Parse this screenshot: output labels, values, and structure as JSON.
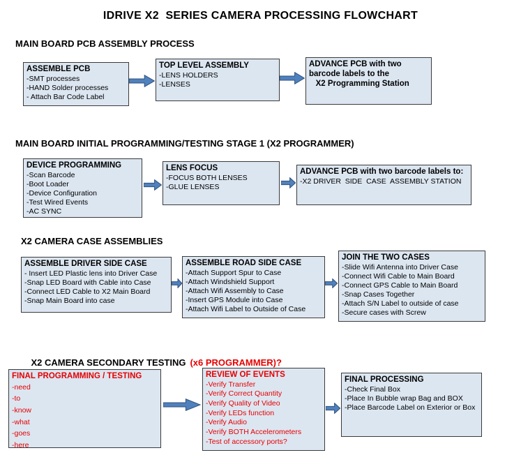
{
  "page": {
    "title": "IDRIVE X2  SERIES CAMERA PROCESSING FLOWCHART"
  },
  "colors": {
    "box_fill": "#dce6f1",
    "box_border": "#3a3a3a",
    "arrow_fill": "#4f81bd",
    "arrow_outline": "#30507c",
    "red_text": "#e60000",
    "black_text": "#000000",
    "background": "#ffffff"
  },
  "sections": [
    {
      "heading": "MAIN BOARD PCB ASSEMBLY PROCESS",
      "boxes": [
        {
          "title": "ASSEMBLE PCB",
          "lines": [
            "-SMT processes",
            "-HAND Solder processes",
            "- Attach Bar Code Label"
          ]
        },
        {
          "title": "TOP LEVEL ASSEMBLY",
          "lines": [
            "-LENS HOLDERS",
            "-LENSES"
          ]
        },
        {
          "title": "ADVANCE PCB with two\nbarcode labels to the\n   X2 Programming Station",
          "lines": []
        }
      ]
    },
    {
      "heading": "MAIN BOARD INITIAL PROGRAMMING/TESTING STAGE 1 (X2 PROGRAMMER)",
      "boxes": [
        {
          "title": "DEVICE PROGRAMMING",
          "lines": [
            "-Scan Barcode",
            "-Boot Loader",
            "-Device Configuration",
            "-Test Wired Events",
            "-AC SYNC"
          ]
        },
        {
          "title": "LENS FOCUS",
          "lines": [
            "-FOCUS BOTH LENSES",
            "-GLUE LENSES"
          ]
        },
        {
          "title": "ADVANCE PCB with two barcode labels to:",
          "lines": [
            "-X2 DRIVER  SIDE  CASE  ASSEMBLY STATION"
          ]
        }
      ]
    },
    {
      "heading": "X2 CAMERA CASE ASSEMBLIES",
      "boxes": [
        {
          "title": "ASSEMBLE DRIVER SIDE CASE",
          "lines": [
            "- Insert LED Plastic lens into Driver Case",
            "-Snap LED Board with Cable into Case",
            "-Connect LED Cable to X2 Main Board",
            "-Snap Main Board into case"
          ]
        },
        {
          "title": "ASSEMBLE ROAD SIDE CASE",
          "lines": [
            "-Attach Support Spur to Case",
            "-Attach Windshield Support",
            "-Attach Wifi Assembly to Case",
            "-Insert GPS Module into Case",
            "-Attach Wifi Label to Outside of Case"
          ]
        },
        {
          "title": "JOIN THE TWO CASES",
          "lines": [
            "-Slide Wifi Antenna into Driver Case",
            "-Connect Wifi Cable to Main Board",
            "-Connect GPS Cable to Main Board",
            "-Snap Cases Together",
            "-Attach S/N Label to outside of case",
            "-Secure cases with Screw"
          ]
        }
      ]
    },
    {
      "heading": "X2 CAMERA SECONDARY TESTING",
      "heading_suffix": "(x6 PROGRAMMER)?",
      "boxes": [
        {
          "title": "FINAL PROGRAMMING / TESTING",
          "lines": [
            "-need",
            "-to",
            "-know",
            "-what",
            "-goes",
            "-here"
          ],
          "text_color": "#e60000"
        },
        {
          "title": "REVIEW OF EVENTS",
          "lines": [
            "-Verify Transfer",
            "-Verify Correct Quantity",
            "-Verify Quality of Video",
            "-Verify LEDs function",
            "-Verify Audio",
            "-Verify BOTH Accelerometers",
            "-Test of accessory ports?"
          ],
          "text_color": "#e60000"
        },
        {
          "title": "FINAL PROCESSING",
          "lines": [
            "-Check Final Box",
            "-Place In Bubble wrap Bag and BOX",
            "-Place Barcode Label on Exterior or Box"
          ],
          "text_color": "#000000"
        }
      ]
    }
  ]
}
